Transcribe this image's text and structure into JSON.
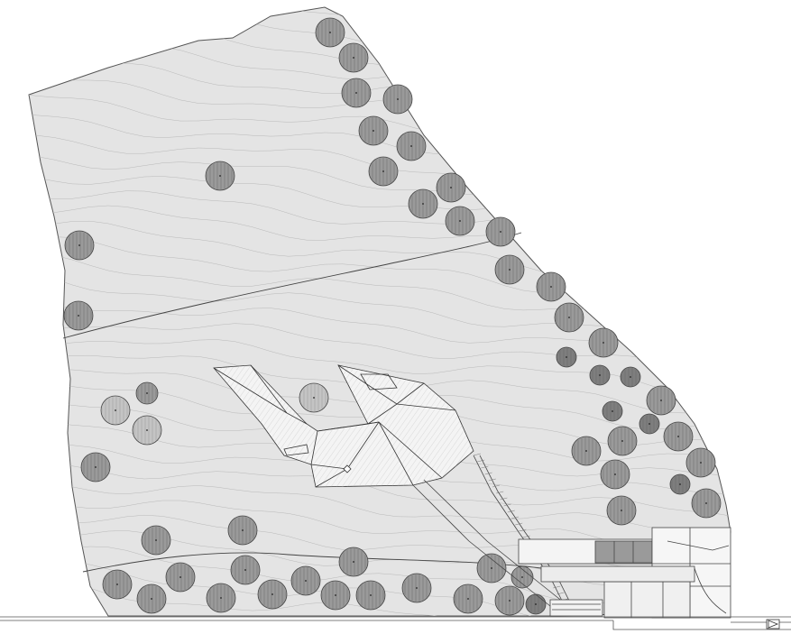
{
  "colors": {
    "background": "#ffffff",
    "site_fill": "#e4e4e4",
    "site_outline": "#555555",
    "contour": "#b8b8b8",
    "tree_fill": "#9a9a9a",
    "tree_fill_dark": "#7e7e7e",
    "tree_fill_light": "#c4c4c4",
    "tree_hatch": "#5a5a5a",
    "building_fill": "#f4f4f4",
    "line": "#333333"
  },
  "icons": {
    "north_marker": "triangle-flag-icon",
    "tree": "tree-canopy-icon"
  },
  "layers": [
    "site-boundary",
    "contour-lines",
    "property-divisions",
    "trees",
    "building-roof",
    "access-ramp",
    "street-structures",
    "road-lines"
  ]
}
